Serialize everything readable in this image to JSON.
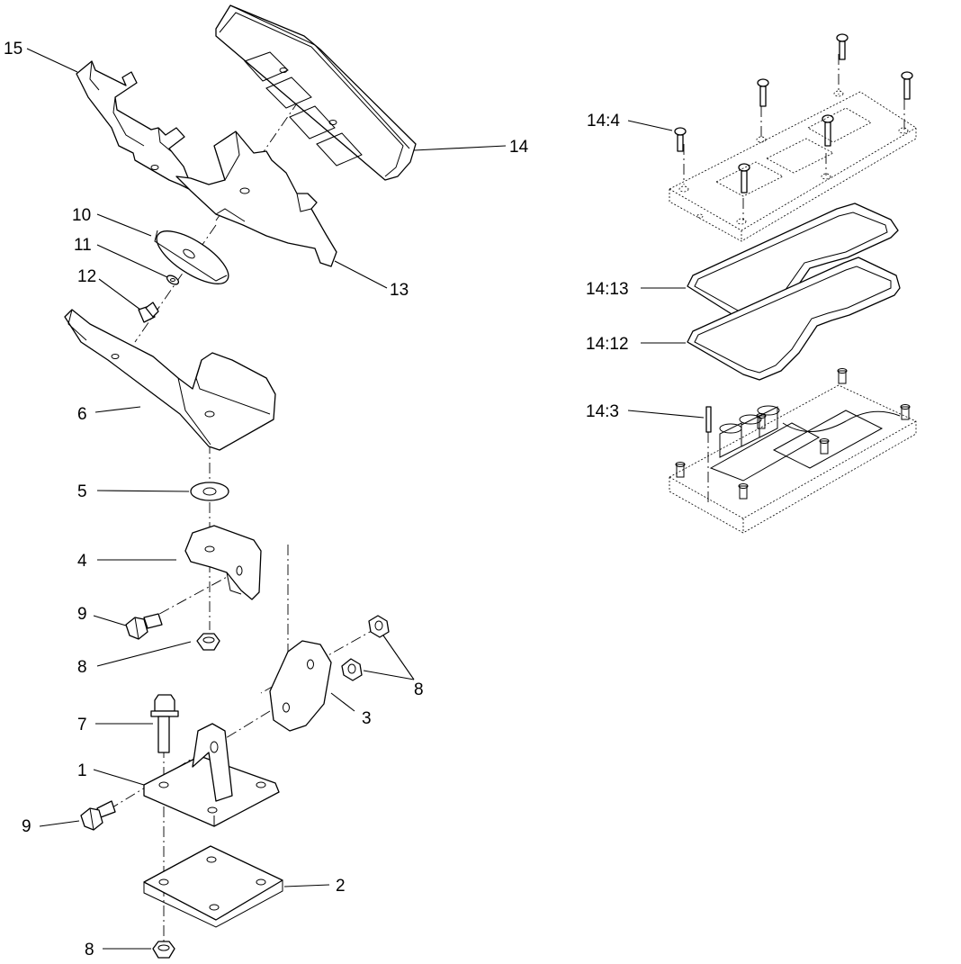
{
  "callouts": {
    "c15": "15",
    "c14": "14",
    "c13": "13",
    "c10": "10",
    "c11": "11",
    "c12": "12",
    "c6": "6",
    "c5": "5",
    "c4": "4",
    "c9a": "9",
    "c8a": "8",
    "c8b": "8",
    "c3": "3",
    "c7": "7",
    "c1": "1",
    "c9b": "9",
    "c2": "2",
    "c8c": "8",
    "c14_4": "14:4",
    "c14_13": "14:13",
    "c14_12": "14:12",
    "c14_3": "14:3"
  }
}
